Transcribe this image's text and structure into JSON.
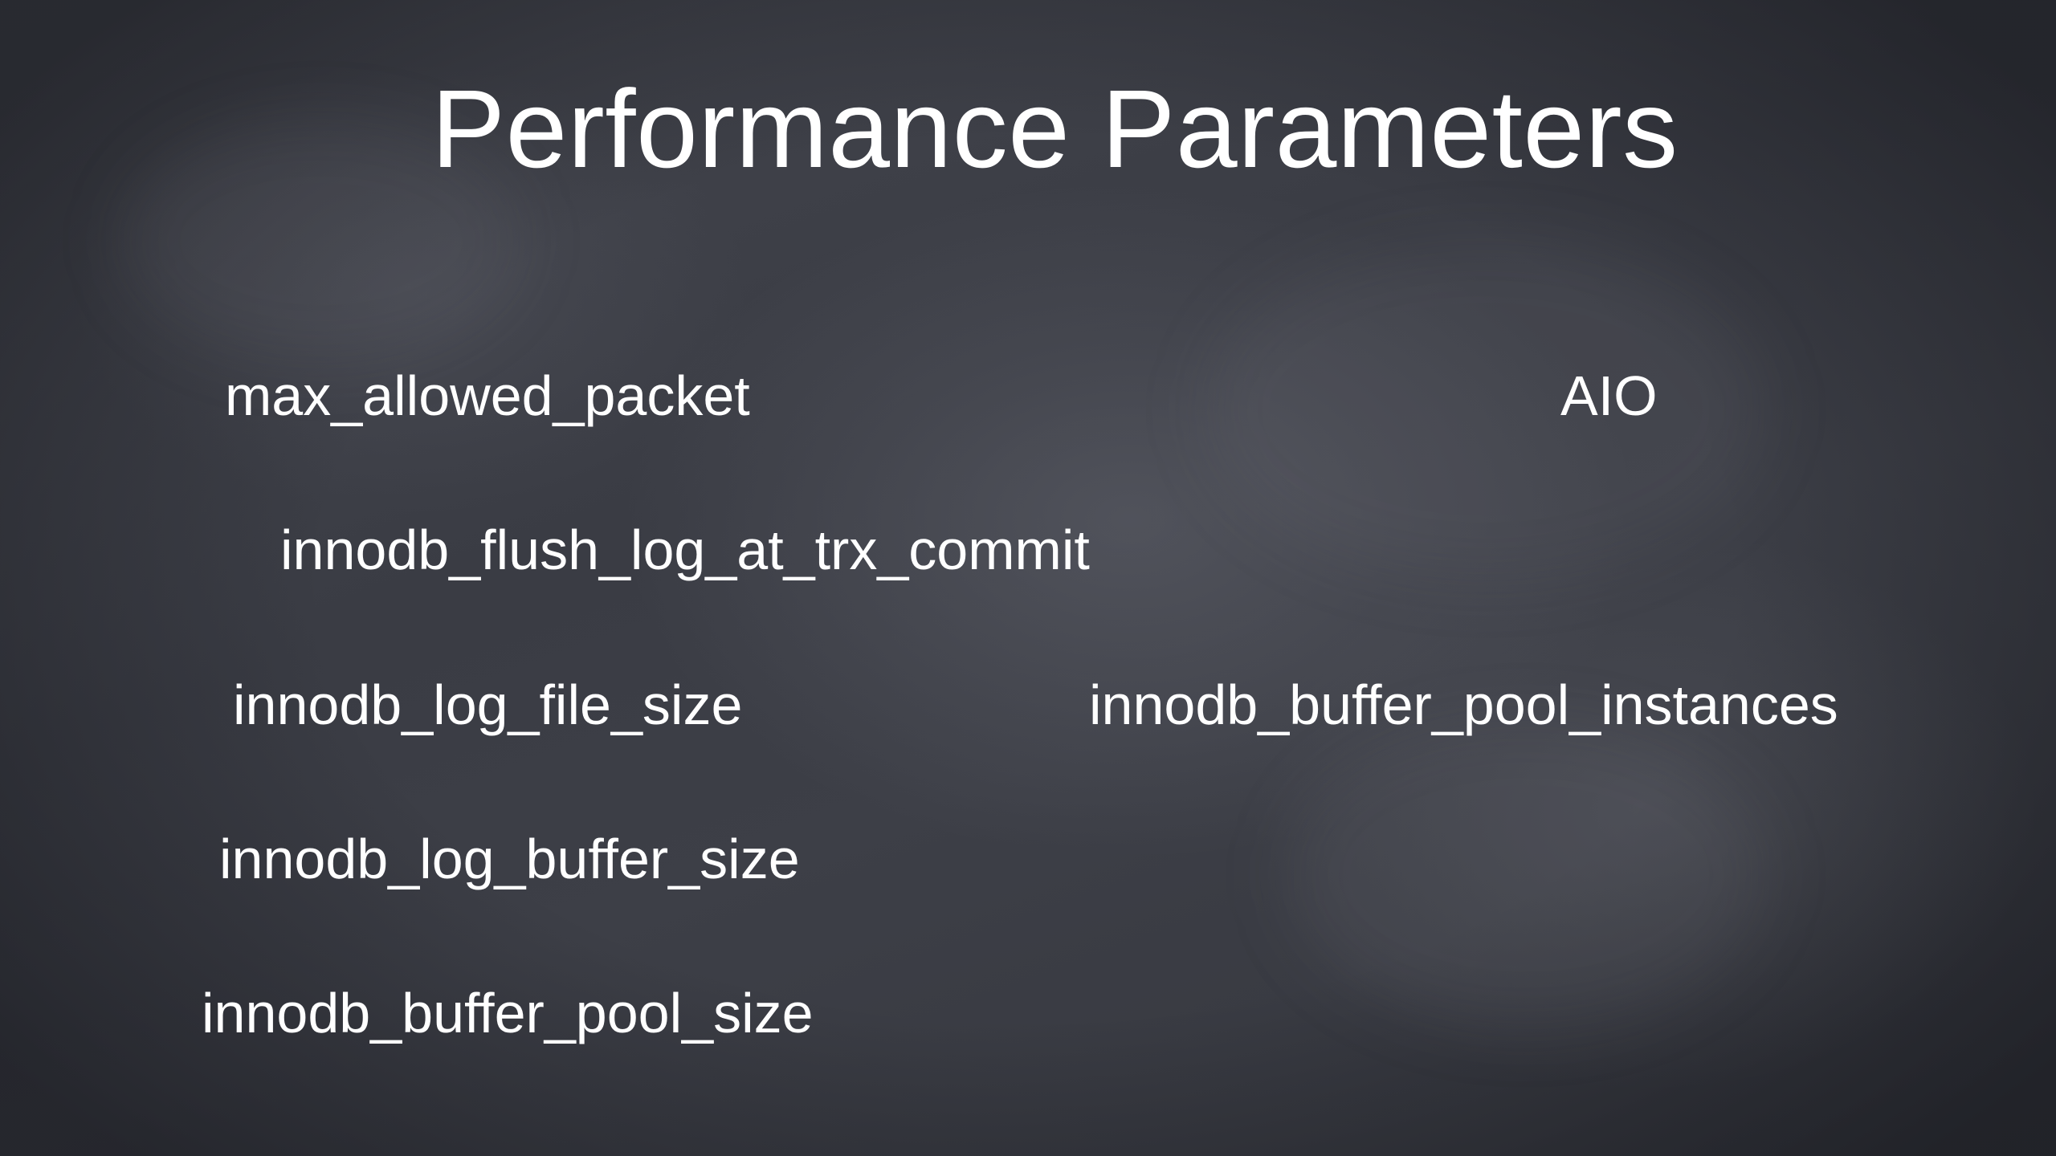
{
  "slide": {
    "title": "Performance Parameters",
    "parameters": [
      "max_allowed_packet",
      "AIO",
      "innodb_flush_log_at_trx_commit",
      "innodb_log_file_size",
      "innodb_buffer_pool_instances",
      "innodb_log_buffer_size",
      "innodb_buffer_pool_size"
    ]
  },
  "colors": {
    "background": "#3b3d44",
    "text": "#ffffff"
  }
}
